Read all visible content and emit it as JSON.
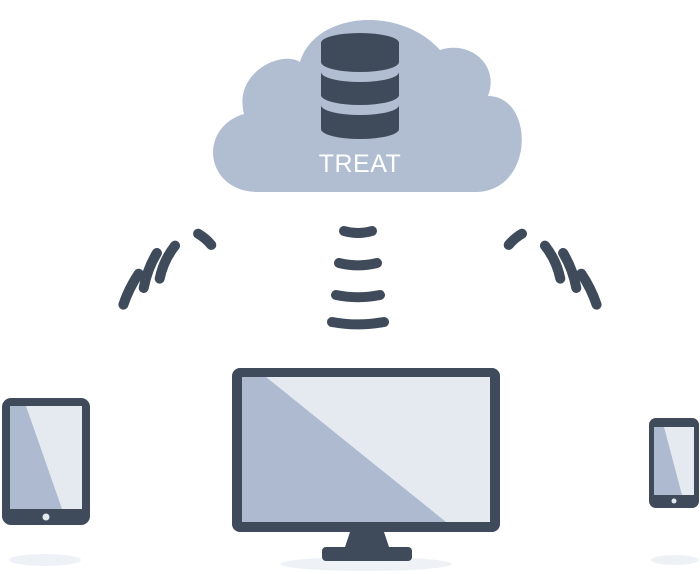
{
  "cloud": {
    "label": "TREAT",
    "icon": "database-icon"
  },
  "devices": [
    {
      "kind": "tablet",
      "icon": "tablet-icon"
    },
    {
      "kind": "monitor",
      "icon": "monitor-icon"
    },
    {
      "kind": "phone",
      "icon": "smartphone-icon"
    }
  ],
  "signals": [
    {
      "direction": "left",
      "icon": "wifi-signal-icon"
    },
    {
      "direction": "down",
      "icon": "wifi-signal-icon"
    },
    {
      "direction": "right",
      "icon": "wifi-signal-icon"
    }
  ],
  "colors": {
    "cloud": "#b1bed2",
    "dark": "#3f4a5a",
    "screen_light": "#e5e9f0",
    "screen_mid": "#adbad0",
    "shadow": "#eef2f7",
    "label": "#ffffff"
  }
}
